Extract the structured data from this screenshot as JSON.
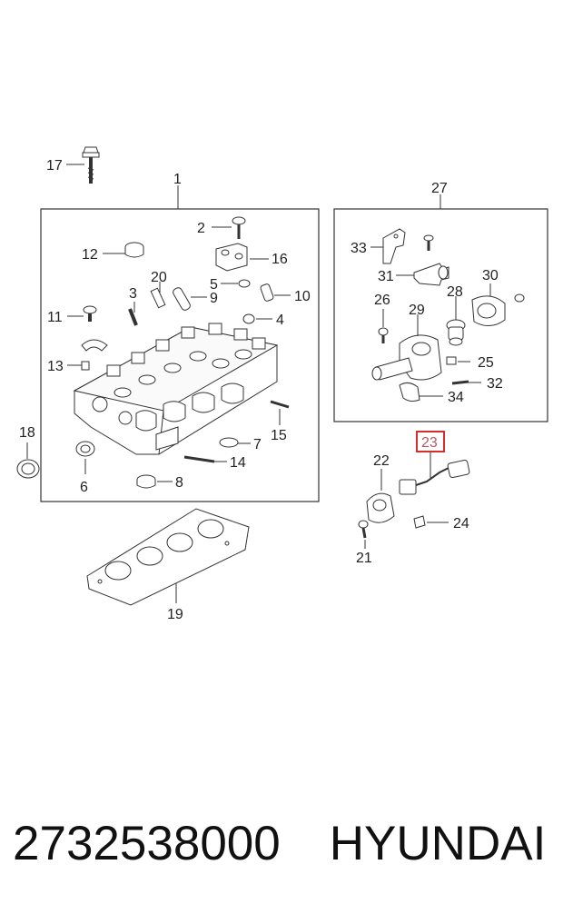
{
  "diagram": {
    "labels": {
      "l1": "1",
      "l2": "2",
      "l3": "3",
      "l4": "4",
      "l5": "5",
      "l6": "6",
      "l7": "7",
      "l8": "8",
      "l9": "9",
      "l10": "10",
      "l11": "11",
      "l12": "12",
      "l13": "13",
      "l14": "14",
      "l15": "15",
      "l16": "16",
      "l17": "17",
      "l18": "18",
      "l19": "19",
      "l20": "20",
      "l21": "21",
      "l22": "22",
      "l23": "23",
      "l24": "24",
      "l25": "25",
      "l26": "26",
      "l27": "27",
      "l28": "28",
      "l29": "29",
      "l30": "30",
      "l31": "31",
      "l32": "32",
      "l33": "33",
      "l34": "34"
    },
    "highlight_color": "#d32f2f",
    "highlight_label_color": "#b25a6a"
  },
  "caption": {
    "part_number": "2732538000",
    "brand": "HYUNDAI"
  }
}
